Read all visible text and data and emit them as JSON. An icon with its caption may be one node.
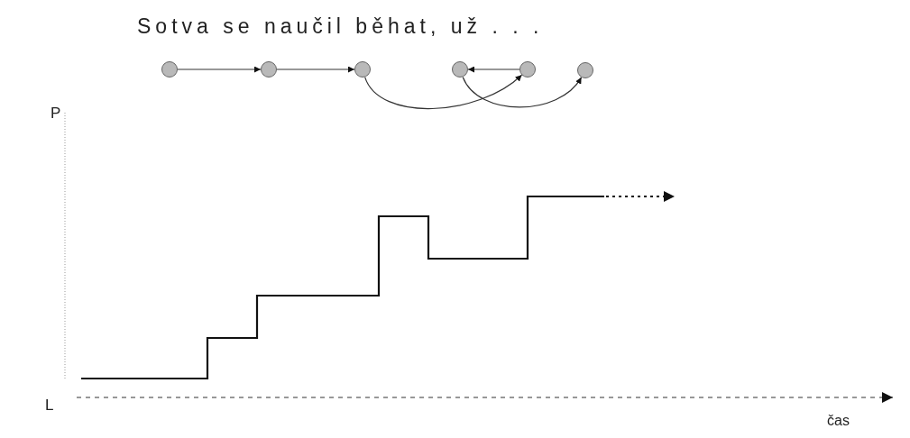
{
  "diagram": {
    "title": "Sotva se naučil běhat, už . . .",
    "nodes": [
      {
        "text": [],
        "shape": "circle"
      },
      {
        "text": [],
        "shape": "circle"
      },
      {
        "text": [],
        "shape": "circle"
      },
      {
        "text": [],
        "shape": "circle"
      },
      {
        "text": [],
        "shape": "circle"
      },
      {
        "text": [],
        "shape": "circle"
      }
    ],
    "edges": [
      {
        "from": 0,
        "to": 1,
        "arrow": "to"
      },
      {
        "from": 1,
        "to": 2,
        "arrow": "to"
      },
      {
        "from": 2,
        "to": 4,
        "arrow": "to"
      },
      {
        "from": 4,
        "to": 3,
        "arrow": "to"
      },
      {
        "from": 3,
        "to": 5,
        "arrow": "to"
      }
    ],
    "labels": [
      "P",
      "L",
      "čas"
    ]
  }
}
